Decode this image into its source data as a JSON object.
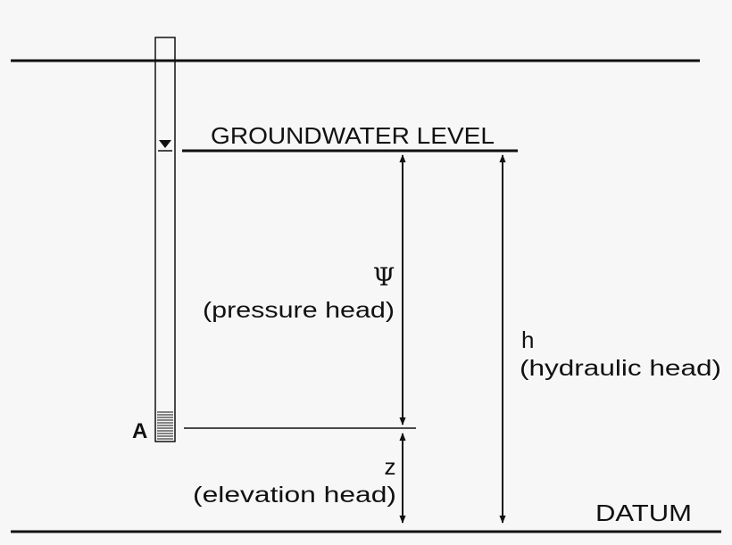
{
  "labels": {
    "groundwater_level": "GROUNDWATER LEVEL",
    "psi_symbol": "Ψ",
    "pressure_head": "(pressure head)",
    "h_symbol": "h",
    "hydraulic_head": "(hydraulic head)",
    "z_symbol": "z",
    "elevation_head": "(elevation head)",
    "datum": "DATUM",
    "point_a": "A"
  },
  "colors": {
    "line": "#111111",
    "background": "#f7f7f7"
  }
}
